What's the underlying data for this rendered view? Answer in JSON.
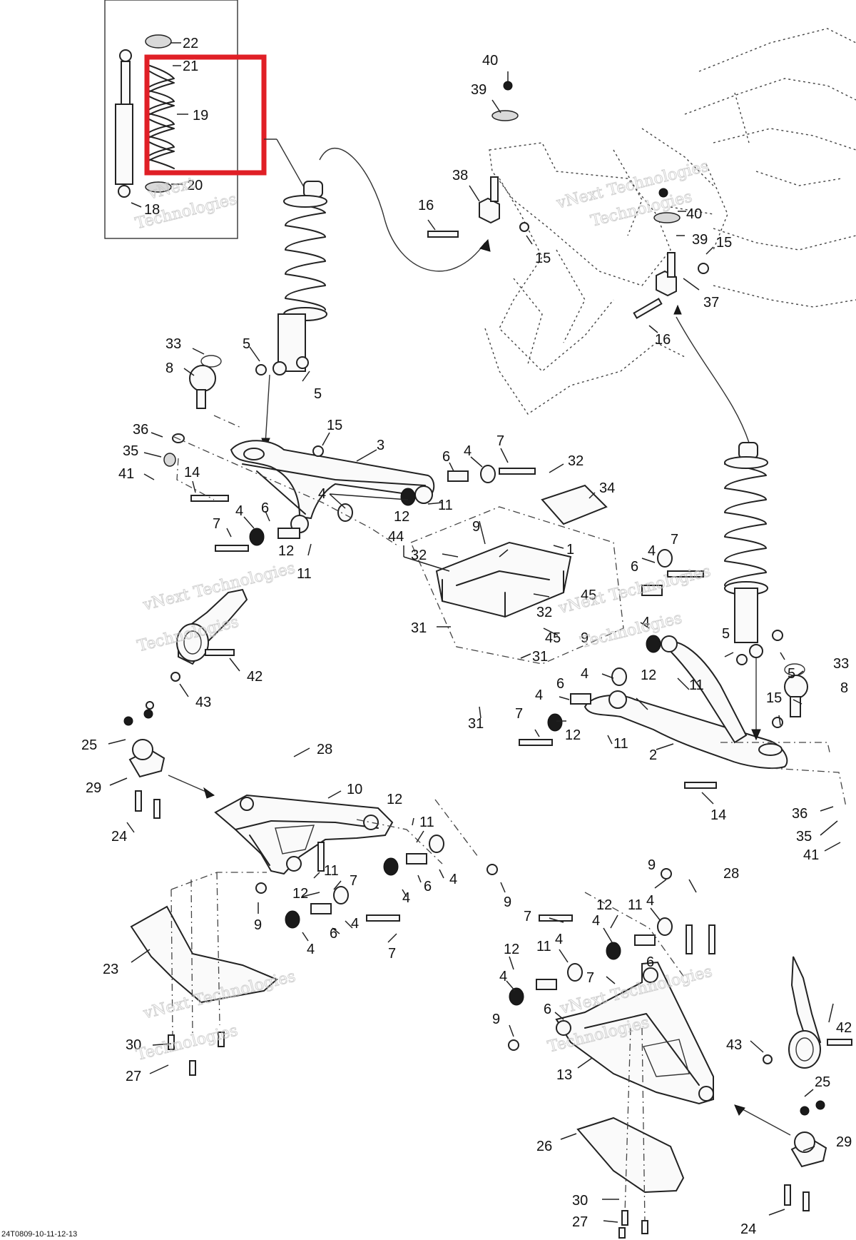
{
  "callouts": [
    {
      "id": "c-22",
      "text": "22"
    },
    {
      "id": "c-21",
      "text": "21"
    },
    {
      "id": "c-19",
      "text": "19"
    },
    {
      "id": "c-20",
      "text": "20"
    },
    {
      "id": "c-18",
      "text": "18"
    },
    {
      "id": "c-40a",
      "text": "40"
    },
    {
      "id": "c-39a",
      "text": "39"
    },
    {
      "id": "c-38",
      "text": "38"
    },
    {
      "id": "c-16a",
      "text": "16"
    },
    {
      "id": "c-15a",
      "text": "15"
    },
    {
      "id": "c-40b",
      "text": "40"
    },
    {
      "id": "c-39b",
      "text": "39"
    },
    {
      "id": "c-15b",
      "text": "15"
    },
    {
      "id": "c-37",
      "text": "37"
    },
    {
      "id": "c-16b",
      "text": "16"
    },
    {
      "id": "c-33a",
      "text": "33"
    },
    {
      "id": "c-8a",
      "text": "8"
    },
    {
      "id": "c-5a",
      "text": "5"
    },
    {
      "id": "c-5b",
      "text": "5"
    },
    {
      "id": "c-36a",
      "text": "36"
    },
    {
      "id": "c-35a",
      "text": "35"
    },
    {
      "id": "c-41a",
      "text": "41"
    },
    {
      "id": "c-14a",
      "text": "14"
    },
    {
      "id": "c-15c",
      "text": "15"
    },
    {
      "id": "c-3",
      "text": "3"
    },
    {
      "id": "c-6a",
      "text": "6"
    },
    {
      "id": "c-4a",
      "text": "4"
    },
    {
      "id": "c-7a",
      "text": "7"
    },
    {
      "id": "c-32a",
      "text": "32"
    },
    {
      "id": "c-34",
      "text": "34"
    },
    {
      "id": "c-4b",
      "text": "4"
    },
    {
      "id": "c-12a",
      "text": "12"
    },
    {
      "id": "c-11a",
      "text": "11"
    },
    {
      "id": "c-7b",
      "text": "7"
    },
    {
      "id": "c-4c",
      "text": "4"
    },
    {
      "id": "c-6b",
      "text": "6"
    },
    {
      "id": "c-12b",
      "text": "12"
    },
    {
      "id": "c-11b",
      "text": "11"
    },
    {
      "id": "c-44",
      "text": "44"
    },
    {
      "id": "c-9a",
      "text": "9"
    },
    {
      "id": "c-1",
      "text": "1"
    },
    {
      "id": "c-32b",
      "text": "32"
    },
    {
      "id": "c-45a",
      "text": "45"
    },
    {
      "id": "c-32c",
      "text": "32"
    },
    {
      "id": "c-45b",
      "text": "45"
    },
    {
      "id": "c-9b",
      "text": "9"
    },
    {
      "id": "c-31a",
      "text": "31"
    },
    {
      "id": "c-31b",
      "text": "31"
    },
    {
      "id": "c-31c",
      "text": "31"
    },
    {
      "id": "c-42a",
      "text": "42"
    },
    {
      "id": "c-43a",
      "text": "43"
    },
    {
      "id": "c-4d",
      "text": "4"
    },
    {
      "id": "c-7c",
      "text": "7"
    },
    {
      "id": "c-6c",
      "text": "6"
    },
    {
      "id": "c-5c",
      "text": "5"
    },
    {
      "id": "c-5d",
      "text": "5"
    },
    {
      "id": "c-33b",
      "text": "33"
    },
    {
      "id": "c-8b",
      "text": "8"
    },
    {
      "id": "c-4e",
      "text": "4"
    },
    {
      "id": "c-12c",
      "text": "12"
    },
    {
      "id": "c-11c",
      "text": "11"
    },
    {
      "id": "c-4f",
      "text": "4"
    },
    {
      "id": "c-6d",
      "text": "6"
    },
    {
      "id": "c-4g",
      "text": "4"
    },
    {
      "id": "c-7d",
      "text": "7"
    },
    {
      "id": "c-12d",
      "text": "12"
    },
    {
      "id": "c-11d",
      "text": "11"
    },
    {
      "id": "c-15d",
      "text": "15"
    },
    {
      "id": "c-2",
      "text": "2"
    },
    {
      "id": "c-14b",
      "text": "14"
    },
    {
      "id": "c-36b",
      "text": "36"
    },
    {
      "id": "c-35b",
      "text": "35"
    },
    {
      "id": "c-41b",
      "text": "41"
    },
    {
      "id": "c-25a",
      "text": "25"
    },
    {
      "id": "c-29a",
      "text": "29"
    },
    {
      "id": "c-24a",
      "text": "24"
    },
    {
      "id": "c-28a",
      "text": "28"
    },
    {
      "id": "c-10",
      "text": "10"
    },
    {
      "id": "c-12e",
      "text": "12"
    },
    {
      "id": "c-11e",
      "text": "11"
    },
    {
      "id": "c-11f",
      "text": "11"
    },
    {
      "id": "c-7e",
      "text": "7"
    },
    {
      "id": "c-6e",
      "text": "6"
    },
    {
      "id": "c-4h",
      "text": "4"
    },
    {
      "id": "c-12f",
      "text": "12"
    },
    {
      "id": "c-9c",
      "text": "9"
    },
    {
      "id": "c-4i",
      "text": "4"
    },
    {
      "id": "c-6f",
      "text": "6"
    },
    {
      "id": "c-4j",
      "text": "4"
    },
    {
      "id": "c-4k",
      "text": "4"
    },
    {
      "id": "c-7f",
      "text": "7"
    },
    {
      "id": "c-9d",
      "text": "9"
    },
    {
      "id": "c-23",
      "text": "23"
    },
    {
      "id": "c-30a",
      "text": "30"
    },
    {
      "id": "c-27a",
      "text": "27"
    },
    {
      "id": "c-9e",
      "text": "9"
    },
    {
      "id": "c-28b",
      "text": "28"
    },
    {
      "id": "c-7g",
      "text": "7"
    },
    {
      "id": "c-12g",
      "text": "12"
    },
    {
      "id": "c-11g",
      "text": "11"
    },
    {
      "id": "c-4l",
      "text": "4"
    },
    {
      "id": "c-4m",
      "text": "4"
    },
    {
      "id": "c-12h",
      "text": "12"
    },
    {
      "id": "c-11h",
      "text": "11"
    },
    {
      "id": "c-4n",
      "text": "4"
    },
    {
      "id": "c-6g",
      "text": "6"
    },
    {
      "id": "c-4o",
      "text": "4"
    },
    {
      "id": "c-7h",
      "text": "7"
    },
    {
      "id": "c-6h",
      "text": "6"
    },
    {
      "id": "c-9f",
      "text": "9"
    },
    {
      "id": "c-13",
      "text": "13"
    },
    {
      "id": "c-42b",
      "text": "42"
    },
    {
      "id": "c-43b",
      "text": "43"
    },
    {
      "id": "c-25b",
      "text": "25"
    },
    {
      "id": "c-29b",
      "text": "29"
    },
    {
      "id": "c-26",
      "text": "26"
    },
    {
      "id": "c-30b",
      "text": "30"
    },
    {
      "id": "c-27b",
      "text": "27"
    },
    {
      "id": "c-24b",
      "text": "24"
    }
  ],
  "watermarks": [
    {
      "id": "wm-1",
      "line1": "vNext",
      "line2": "Technologies"
    },
    {
      "id": "wm-2",
      "line1": "vNext Technologies",
      "line2": "Technologies"
    },
    {
      "id": "wm-3",
      "line1": "vNext Technologies",
      "line2": "Technologies"
    },
    {
      "id": "wm-4",
      "line1": "vNext Technologies",
      "line2": "Technologies"
    },
    {
      "id": "wm-5",
      "line1": "vNext Technologies",
      "line2": "Technologies"
    },
    {
      "id": "wm-6",
      "line1": "vNext Technologies",
      "line2": "Technologies"
    }
  ],
  "drawing_code": "24T0809-10-11-12-13",
  "highlight": {
    "color": "#e01f26"
  }
}
